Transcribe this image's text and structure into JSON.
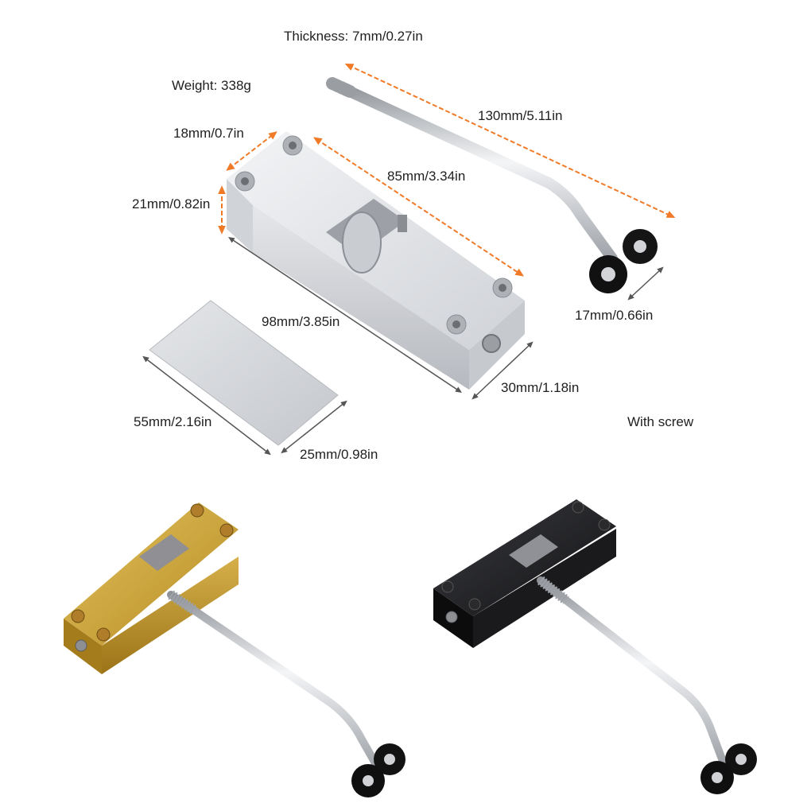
{
  "labels": {
    "thickness": "Thickness: 7mm/0.27in",
    "weight": "Weight: 338g",
    "rod_length": "130mm/5.11in",
    "top_width": "18mm/0.7in",
    "body_top": "85mm/3.34in",
    "height": "21mm/0.82in",
    "body_length": "98mm/3.85in",
    "wheel_width": "17mm/0.66in",
    "body_depth": "30mm/1.18in",
    "plate_length": "55mm/2.16in",
    "plate_width": "25mm/0.98in",
    "with_screw": "With screw"
  },
  "colors": {
    "dimension_arrow": "#f07a28",
    "silver": "#d9dbde",
    "gold": "#c9a23c",
    "black": "#1c1c1e",
    "rod": "#b9bcc2",
    "wheel": "#111111"
  },
  "variants": [
    "silver",
    "gold",
    "black"
  ]
}
